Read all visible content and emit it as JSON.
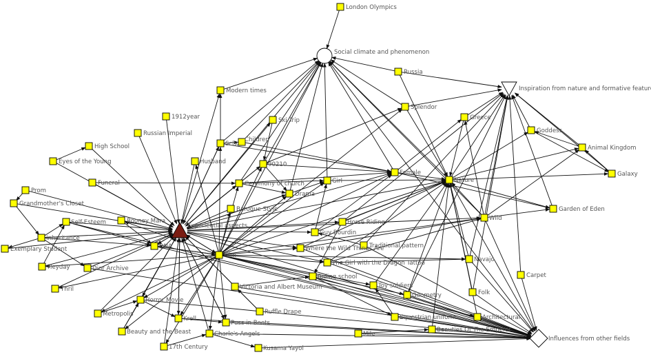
{
  "colors": {
    "square_fill": "#ffff00",
    "stroke": "#000000",
    "label": "#555555",
    "triangle_fill": "#7a1c12",
    "background": "#ffffff"
  },
  "nodes": [
    {
      "id": "london",
      "label": "London Olympics",
      "shape": "square-icon"
    },
    {
      "id": "social",
      "label": "Social climate and phenomenon",
      "shape": "circle-icon"
    },
    {
      "id": "russia",
      "label": "Russia",
      "shape": "square-icon"
    },
    {
      "id": "inspiration",
      "label": "Inspiration from nature and formative features",
      "shape": "triangle-down-icon"
    },
    {
      "id": "modern",
      "label": "Modern times",
      "shape": "square-icon"
    },
    {
      "id": "splendor",
      "label": "Splendor",
      "shape": "square-icon"
    },
    {
      "id": "greece",
      "label": "Greece",
      "shape": "square-icon"
    },
    {
      "id": "y1912",
      "label": "1912year",
      "shape": "square-icon"
    },
    {
      "id": "russian_imperial",
      "label": "Russian Imperial",
      "shape": "square-icon"
    },
    {
      "id": "skitrip",
      "label": "Ski Trip",
      "shape": "square-icon"
    },
    {
      "id": "goddess",
      "label": "Goddess",
      "shape": "square-icon"
    },
    {
      "id": "highschool",
      "label": "High School",
      "shape": "square-icon"
    },
    {
      "id": "school",
      "label": "School",
      "shape": "square-icon"
    },
    {
      "id": "children",
      "label": "Children",
      "shape": "square-icon"
    },
    {
      "id": "animal",
      "label": "Animal Kingdom",
      "shape": "square-icon"
    },
    {
      "id": "eyes",
      "label": "Eyes of the Young",
      "shape": "square-icon"
    },
    {
      "id": "husband",
      "label": "Husband",
      "shape": "square-icon"
    },
    {
      "id": "n90210",
      "label": "90210",
      "shape": "square-icon"
    },
    {
      "id": "female",
      "label": "Female",
      "shape": "square-icon"
    },
    {
      "id": "nature",
      "label": "Nature",
      "shape": "square-icon"
    },
    {
      "id": "galaxy",
      "label": "Galaxy",
      "shape": "square-icon"
    },
    {
      "id": "funeral",
      "label": "Funeral",
      "shape": "square-icon"
    },
    {
      "id": "ceremony",
      "label": "Ceremony of church",
      "shape": "square-icon"
    },
    {
      "id": "girl",
      "label": "Girl",
      "shape": "square-icon"
    },
    {
      "id": "prom",
      "label": "Prom",
      "shape": "square-icon"
    },
    {
      "id": "drama",
      "label": "Drama",
      "shape": "square-icon"
    },
    {
      "id": "grandmother",
      "label": "Grandmother's Closet",
      "shape": "square-icon"
    },
    {
      "id": "baroque",
      "label": "Baroque Style",
      "shape": "square-icon"
    },
    {
      "id": "garden",
      "label": "Garden of Eden",
      "shape": "square-icon"
    },
    {
      "id": "selfesteem",
      "label": "Self-Esteem",
      "shape": "square-icon"
    },
    {
      "id": "rooney",
      "label": "Rooney Mara",
      "shape": "square-icon"
    },
    {
      "id": "experiential",
      "label": "Experiential aspects",
      "shape": "triangle-up-icon"
    },
    {
      "id": "horseriding",
      "label": "Horse Riding",
      "shape": "square-icon"
    },
    {
      "id": "wild",
      "label": "Wild",
      "shape": "square-icon"
    },
    {
      "id": "guybourdin",
      "label": "Guy Bourdin",
      "shape": "square-icon"
    },
    {
      "id": "inheritance",
      "label": "Inheritance",
      "shape": "square-icon"
    },
    {
      "id": "traditional",
      "label": "Traditional pattern",
      "shape": "square-icon"
    },
    {
      "id": "dna",
      "label": "DNA",
      "shape": "square-icon"
    },
    {
      "id": "wildthings",
      "label": "Where the Wild Things Are",
      "shape": "square-icon"
    },
    {
      "id": "exemplary",
      "label": "Exemplary Student",
      "shape": "square-icon"
    },
    {
      "id": "film",
      "label": "Film",
      "shape": "square-icon"
    },
    {
      "id": "navajo",
      "label": "Navajo",
      "shape": "square-icon"
    },
    {
      "id": "heyday",
      "label": "Heyday",
      "shape": "square-icon"
    },
    {
      "id": "dior",
      "label": "Dior Archive",
      "shape": "square-icon"
    },
    {
      "id": "dragontattoo",
      "label": "The Girl with the Dragon Tattoo",
      "shape": "square-icon"
    },
    {
      "id": "carpet",
      "label": "Carpet",
      "shape": "square-icon"
    },
    {
      "id": "riding",
      "label": "Riding school",
      "shape": "square-icon"
    },
    {
      "id": "toysoldiers",
      "label": "Toy soldiers",
      "shape": "square-icon"
    },
    {
      "id": "thril",
      "label": "Thril",
      "shape": "square-icon"
    },
    {
      "id": "victoria",
      "label": "Victoria and Albert Museum",
      "shape": "square-icon"
    },
    {
      "id": "geometry",
      "label": "Geometry",
      "shape": "square-icon"
    },
    {
      "id": "folk",
      "label": "Folk",
      "shape": "square-icon"
    },
    {
      "id": "horror",
      "label": "Horror Movie",
      "shape": "square-icon"
    },
    {
      "id": "metropolis",
      "label": "Metropolis",
      "shape": "square-icon"
    },
    {
      "id": "ruffle",
      "label": "Ruffle Drape",
      "shape": "square-icon"
    },
    {
      "id": "equestrian",
      "label": "Equestrian uniform",
      "shape": "square-icon"
    },
    {
      "id": "architectural",
      "label": "Architectural",
      "shape": "square-icon"
    },
    {
      "id": "krell",
      "label": "Krell",
      "shape": "square-icon"
    },
    {
      "id": "pussinboots",
      "label": "Puss in Boots",
      "shape": "square-icon"
    },
    {
      "id": "beauty",
      "label": "Beauty and the Beast",
      "shape": "square-icon"
    },
    {
      "id": "charlies",
      "label": "Charle's Angels",
      "shape": "square-icon"
    },
    {
      "id": "beauties",
      "label": "Beauties Of The Emperor",
      "shape": "square-icon"
    },
    {
      "id": "influences",
      "label": "Influences from other fields",
      "shape": "diamond-icon"
    },
    {
      "id": "c17",
      "label": "17th Century",
      "shape": "square-icon"
    },
    {
      "id": "kusama",
      "label": "Kusama Yayoi",
      "shape": "square-icon"
    },
    {
      "id": "mile",
      "label": "Mile",
      "shape": "square-icon"
    }
  ],
  "edges": [
    [
      "london",
      "social"
    ],
    [
      "russia",
      "social"
    ],
    [
      "modern",
      "social"
    ],
    [
      "splendor",
      "social"
    ],
    [
      "school",
      "social"
    ],
    [
      "n90210",
      "social"
    ],
    [
      "ceremony",
      "social"
    ],
    [
      "film",
      "social"
    ],
    [
      "experiential",
      "social"
    ],
    [
      "female",
      "social"
    ],
    [
      "nature",
      "social"
    ],
    [
      "wild",
      "social"
    ],
    [
      "drama",
      "social"
    ],
    [
      "girl",
      "social"
    ],
    [
      "influences",
      "social"
    ],
    [
      "children",
      "social"
    ],
    [
      "greece",
      "inspiration"
    ],
    [
      "goddess",
      "inspiration"
    ],
    [
      "animal",
      "inspiration"
    ],
    [
      "galaxy",
      "inspiration"
    ],
    [
      "nature",
      "inspiration"
    ],
    [
      "wild",
      "inspiration"
    ],
    [
      "navajo",
      "inspiration"
    ],
    [
      "folk",
      "inspiration"
    ],
    [
      "traditional",
      "inspiration"
    ],
    [
      "geometry",
      "inspiration"
    ],
    [
      "garden",
      "inspiration"
    ],
    [
      "carpet",
      "inspiration"
    ],
    [
      "splendor",
      "inspiration"
    ],
    [
      "horseriding",
      "inspiration"
    ],
    [
      "russia",
      "inspiration"
    ],
    [
      "animal",
      "goddess"
    ],
    [
      "galaxy",
      "animal"
    ],
    [
      "goddess",
      "galaxy"
    ],
    [
      "high_school_dummy",
      "school"
    ],
    [
      "highschool",
      "experiential"
    ],
    [
      "eyes",
      "experiential"
    ],
    [
      "funeral",
      "experiential"
    ],
    [
      "prom",
      "experiential"
    ],
    [
      "grandmother",
      "experiential"
    ],
    [
      "selfesteem",
      "experiential"
    ],
    [
      "rooney",
      "experiential"
    ],
    [
      "inheritance",
      "experiential"
    ],
    [
      "exemplary",
      "experiential"
    ],
    [
      "dna",
      "experiential"
    ],
    [
      "heyday",
      "experiential"
    ],
    [
      "dior",
      "experiential"
    ],
    [
      "thril",
      "experiential"
    ],
    [
      "horror",
      "experiential"
    ],
    [
      "metropolis",
      "experiential"
    ],
    [
      "beauty",
      "experiential"
    ],
    [
      "c17",
      "experiential"
    ],
    [
      "krell",
      "experiential"
    ],
    [
      "y1912",
      "experiential"
    ],
    [
      "russian_imperial",
      "experiential"
    ],
    [
      "husband",
      "experiential"
    ],
    [
      "baroque",
      "experiential"
    ],
    [
      "school",
      "experiential"
    ],
    [
      "ceremony",
      "experiential"
    ],
    [
      "n90210",
      "experiential"
    ],
    [
      "charlies",
      "experiential"
    ],
    [
      "pussinboots",
      "experiential"
    ],
    [
      "film",
      "experiential"
    ],
    [
      "victoria",
      "experiential"
    ],
    [
      "ruffle",
      "experiential"
    ],
    [
      "experiential",
      "modern"
    ],
    [
      "experiential",
      "school"
    ],
    [
      "experiential",
      "n90210"
    ],
    [
      "experiential",
      "girl"
    ],
    [
      "experiential",
      "female"
    ],
    [
      "experiential",
      "nature"
    ],
    [
      "experiential",
      "wild"
    ],
    [
      "experiential",
      "guybourdin"
    ],
    [
      "experiential",
      "horseriding"
    ],
    [
      "experiential",
      "ceremony"
    ],
    [
      "experiential",
      "drama"
    ],
    [
      "experiential",
      "wildthings"
    ],
    [
      "experiential",
      "dragontattoo"
    ],
    [
      "experiential",
      "film"
    ],
    [
      "experiential",
      "dna"
    ],
    [
      "experiential",
      "horror"
    ],
    [
      "experiential",
      "krell"
    ],
    [
      "experiential",
      "pussinboots"
    ],
    [
      "experiential",
      "influences"
    ],
    [
      "experiential",
      "skitrip"
    ],
    [
      "school",
      "modern"
    ],
    [
      "school",
      "female"
    ],
    [
      "school",
      "children"
    ],
    [
      "n90210",
      "female"
    ],
    [
      "n90210",
      "splendor"
    ],
    [
      "n90210",
      "drama"
    ],
    [
      "ceremony",
      "girl"
    ],
    [
      "ceremony",
      "female"
    ],
    [
      "ceremony",
      "drama"
    ],
    [
      "funeral",
      "ceremony"
    ],
    [
      "girl",
      "nature"
    ],
    [
      "female",
      "nature"
    ],
    [
      "female",
      "greece"
    ],
    [
      "female",
      "garden"
    ],
    [
      "nature",
      "garden"
    ],
    [
      "nature",
      "galaxy"
    ],
    [
      "nature",
      "goddess"
    ],
    [
      "nature",
      "animal"
    ],
    [
      "wild",
      "nature"
    ],
    [
      "wild",
      "greece"
    ],
    [
      "wild",
      "animal"
    ],
    [
      "wild",
      "garden"
    ],
    [
      "horseriding",
      "nature"
    ],
    [
      "horseriding",
      "riding"
    ],
    [
      "guybourdin",
      "female"
    ],
    [
      "guybourdin",
      "nature"
    ],
    [
      "wildthings",
      "wild"
    ],
    [
      "wildthings",
      "nature"
    ],
    [
      "dragontattoo",
      "navajo"
    ],
    [
      "dragontattoo",
      "wild"
    ],
    [
      "riding",
      "equestrian"
    ],
    [
      "riding",
      "influences"
    ],
    [
      "toysoldiers",
      "influences"
    ],
    [
      "geometry",
      "influences"
    ],
    [
      "architectural",
      "influences"
    ],
    [
      "beauties",
      "influences"
    ],
    [
      "mile",
      "influences"
    ],
    [
      "kusama",
      "influences"
    ],
    [
      "carpet",
      "influences"
    ],
    [
      "equestrian",
      "influences"
    ],
    [
      "film",
      "influences"
    ],
    [
      "victoria",
      "influences"
    ],
    [
      "dna",
      "influences"
    ],
    [
      "horror",
      "influences"
    ],
    [
      "krell",
      "influences"
    ],
    [
      "pussinboots",
      "influences"
    ],
    [
      "charlies",
      "influences"
    ],
    [
      "folk",
      "influences"
    ],
    [
      "navajo",
      "influences"
    ],
    [
      "wild",
      "influences"
    ],
    [
      "dior",
      "influences"
    ],
    [
      "selfesteem",
      "influences"
    ],
    [
      "wildthings",
      "influences"
    ],
    [
      "dragontattoo",
      "influences"
    ],
    [
      "nature",
      "influences"
    ],
    [
      "film",
      "girl"
    ],
    [
      "film",
      "wildthings"
    ],
    [
      "film",
      "dragontattoo"
    ],
    [
      "film",
      "navajo"
    ],
    [
      "film",
      "toysoldiers"
    ],
    [
      "film",
      "architectural"
    ],
    [
      "film",
      "geometry"
    ],
    [
      "film",
      "wild"
    ],
    [
      "film",
      "nature"
    ],
    [
      "film",
      "splendor"
    ],
    [
      "film",
      "drama"
    ],
    [
      "film",
      "charlies"
    ],
    [
      "film",
      "pussinboots"
    ],
    [
      "film",
      "krell"
    ],
    [
      "film",
      "c17"
    ],
    [
      "film",
      "beauty"
    ],
    [
      "film",
      "metropolis"
    ],
    [
      "film",
      "horror"
    ],
    [
      "film",
      "thril"
    ],
    [
      "film",
      "dna"
    ],
    [
      "film",
      "rooney"
    ],
    [
      "film",
      "heyday"
    ],
    [
      "film",
      "baroque"
    ],
    [
      "film",
      "husband"
    ],
    [
      "film",
      "school"
    ],
    [
      "film",
      "ceremony"
    ],
    [
      "film",
      "n90210"
    ],
    [
      "film",
      "female"
    ],
    [
      "prom",
      "grandmother"
    ],
    [
      "grandmother",
      "inheritance"
    ],
    [
      "inheritance",
      "selfesteem"
    ],
    [
      "inheritance",
      "dna"
    ],
    [
      "inheritance",
      "exemplary"
    ],
    [
      "inheritance",
      "dior"
    ],
    [
      "heyday",
      "selfesteem"
    ],
    [
      "eyes",
      "highschool"
    ],
    [
      "selfesteem",
      "dna"
    ],
    [
      "rooney",
      "dna"
    ],
    [
      "dna",
      "film"
    ],
    [
      "traditional",
      "guybourdin"
    ],
    [
      "traditional",
      "influences"
    ],
    [
      "navajo",
      "nature"
    ],
    [
      "folk",
      "nature"
    ],
    [
      "geometry",
      "nature"
    ],
    [
      "toysoldiers",
      "nature"
    ],
    [
      "architectural",
      "nature"
    ],
    [
      "russia",
      "nature"
    ],
    [
      "splendor",
      "nature"
    ],
    [
      "greece",
      "nature"
    ],
    [
      "children",
      "female"
    ],
    [
      "skitrip",
      "n90210"
    ],
    [
      "guybourdin",
      "girl"
    ],
    [
      "dragontattoo",
      "nature"
    ],
    [
      "horror",
      "krell"
    ],
    [
      "krell",
      "pussinboots"
    ],
    [
      "metropolis",
      "horror"
    ],
    [
      "beauty",
      "horror"
    ],
    [
      "charlies",
      "kusama"
    ],
    [
      "c17",
      "charlies"
    ],
    [
      "ruffle",
      "victoria"
    ],
    [
      "victoria",
      "riding"
    ],
    [
      "equestrian",
      "toysoldiers"
    ],
    [
      "beauties",
      "nature"
    ],
    [
      "mile",
      "beauties"
    ]
  ]
}
